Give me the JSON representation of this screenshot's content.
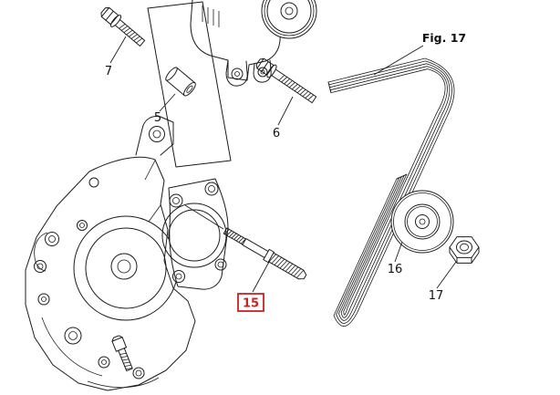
{
  "diagram": {
    "fig_ref": "Fig. 17",
    "highlight_color": "#c62222",
    "line_color": "#1c1c1c",
    "background": "#ffffff",
    "callouts": [
      {
        "label": "7",
        "highlighted": false
      },
      {
        "label": "5",
        "highlighted": false
      },
      {
        "label": "6",
        "highlighted": false
      },
      {
        "label": "15",
        "highlighted": true
      },
      {
        "label": "16",
        "highlighted": false
      },
      {
        "label": "17",
        "highlighted": false
      }
    ]
  }
}
